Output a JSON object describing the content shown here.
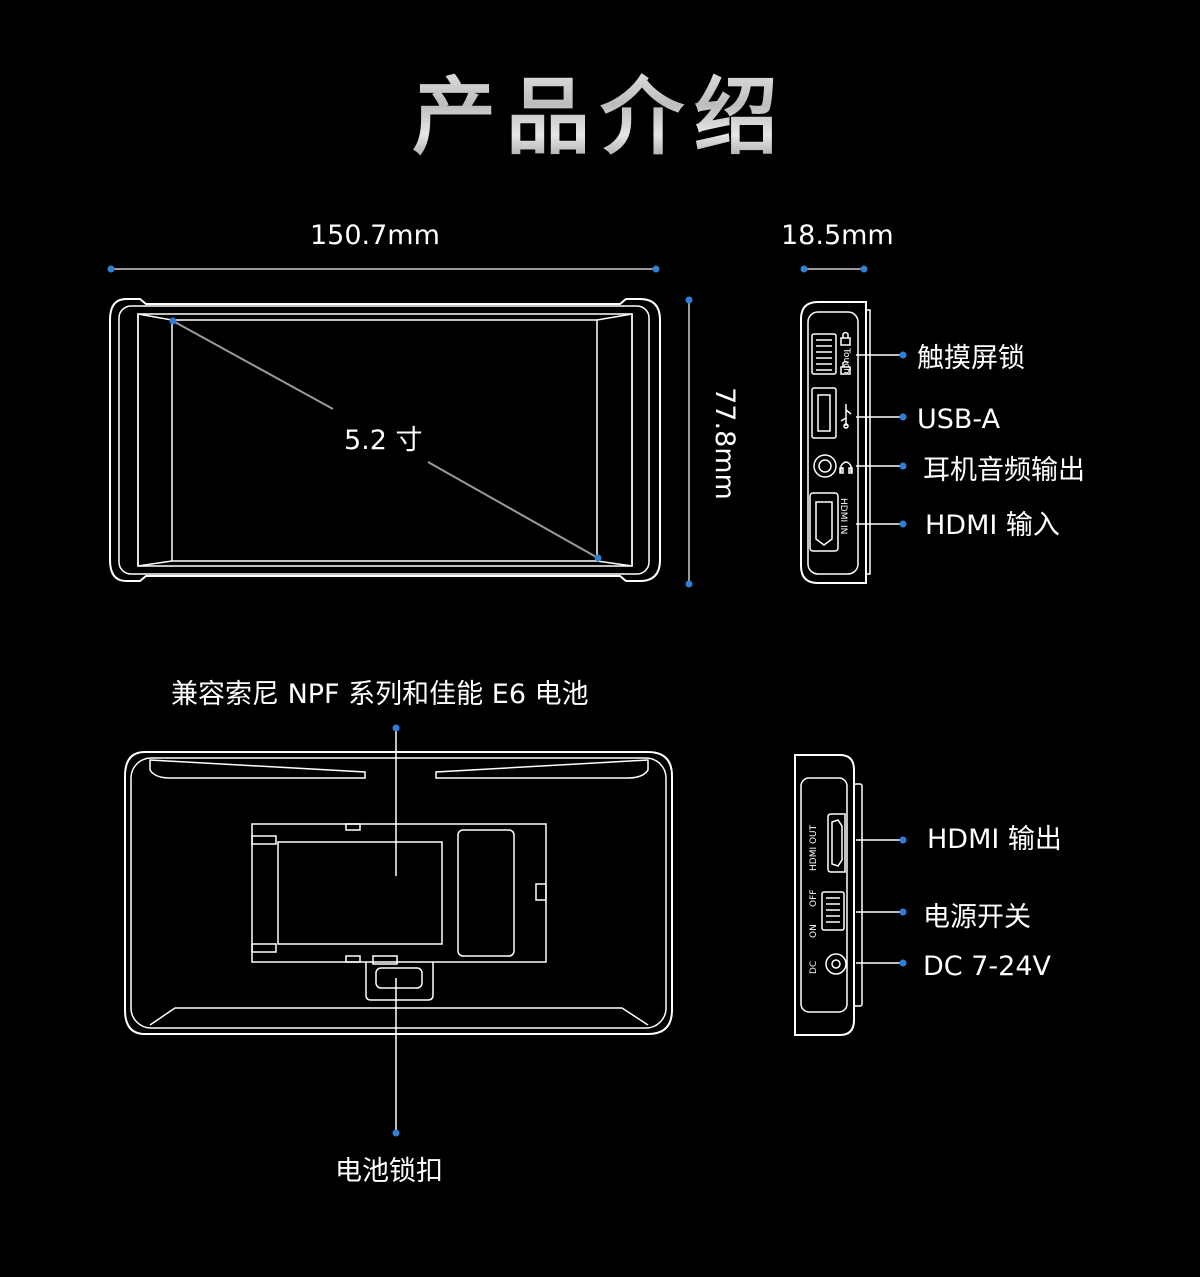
{
  "title": "产品介绍",
  "dimensions": {
    "width": "150.7mm",
    "depth": "18.5mm",
    "height": "77.8mm",
    "screen_size": "5.2 寸"
  },
  "side_right_ports": {
    "touch_lock": "触摸屏锁",
    "usb_a": "USB-A",
    "headphone": "耳机音频输出",
    "hdmi_in": "HDMI 输入",
    "touch_marking": "Touch",
    "hdmi_in_marking": "HDMI IN"
  },
  "battery": {
    "compat": "兼容索尼 NPF 系列和佳能 E6 电池",
    "lock": "电池锁扣"
  },
  "side_left_ports": {
    "hdmi_out": "HDMI 输出",
    "power_switch": "电源开关",
    "dc_in": "DC 7-24V",
    "hdmi_out_marking": "HDMI OUT",
    "off_marking": "OFF",
    "on_marking": "ON",
    "dc_marking": "DC"
  },
  "colors": {
    "background": "#000000",
    "outline": "#ffffff",
    "accent": "#2f7fd6"
  }
}
